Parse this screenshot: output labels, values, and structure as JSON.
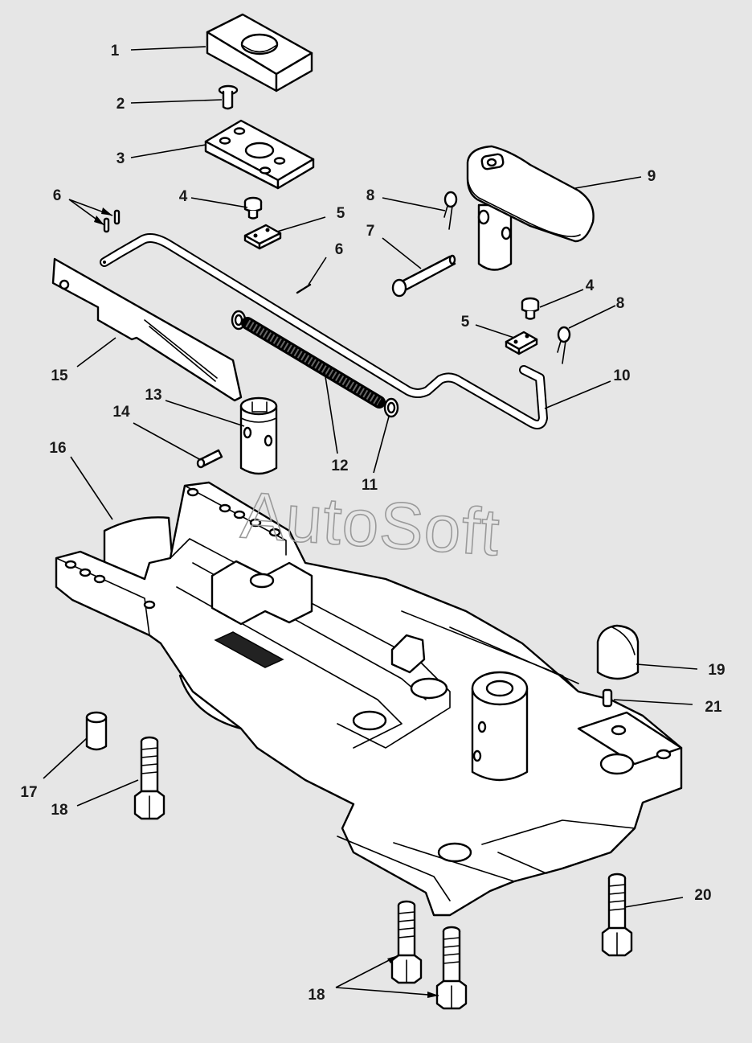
{
  "watermark": "AutoSoft",
  "callouts": [
    {
      "id": "c1",
      "label": "1"
    },
    {
      "id": "c2",
      "label": "2"
    },
    {
      "id": "c3",
      "label": "3"
    },
    {
      "id": "c4a",
      "label": "4"
    },
    {
      "id": "c4b",
      "label": "4"
    },
    {
      "id": "c5a",
      "label": "5"
    },
    {
      "id": "c5b",
      "label": "5"
    },
    {
      "id": "c6a",
      "label": "6"
    },
    {
      "id": "c6b",
      "label": "6"
    },
    {
      "id": "c7",
      "label": "7"
    },
    {
      "id": "c8a",
      "label": "8"
    },
    {
      "id": "c8b",
      "label": "8"
    },
    {
      "id": "c9",
      "label": "9"
    },
    {
      "id": "c10",
      "label": "10"
    },
    {
      "id": "c11",
      "label": "11"
    },
    {
      "id": "c12",
      "label": "12"
    },
    {
      "id": "c13",
      "label": "13"
    },
    {
      "id": "c14",
      "label": "14"
    },
    {
      "id": "c15",
      "label": "15"
    },
    {
      "id": "c16",
      "label": "16"
    },
    {
      "id": "c17",
      "label": "17"
    },
    {
      "id": "c18a",
      "label": "18"
    },
    {
      "id": "c18b",
      "label": "18"
    },
    {
      "id": "c19",
      "label": "19"
    },
    {
      "id": "c20",
      "label": "20"
    },
    {
      "id": "c21",
      "label": "21"
    }
  ]
}
